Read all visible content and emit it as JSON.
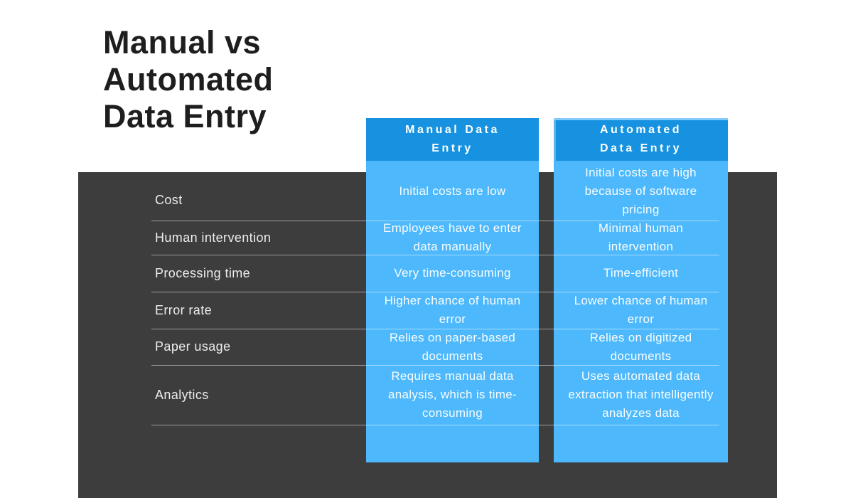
{
  "title": "Manual vs Automated Data Entry",
  "title_lines": [
    "Manual vs",
    "Automated",
    "Data Entry"
  ],
  "chart_data": {
    "type": "table",
    "title": "Manual vs Automated Data Entry",
    "column_headers": [
      "Manual Data Entry",
      "Automated Data Entry"
    ],
    "column_headers_wrapped": [
      "Manual Data\nEntry",
      "Automated\nData Entry"
    ],
    "row_labels": [
      "Cost",
      "Human intervention",
      "Processing time",
      "Error rate",
      "Paper usage",
      "Analytics"
    ],
    "rows": [
      {
        "label": "Cost",
        "manual": "Initial costs are low",
        "automated": "Initial costs are high\nbecause of software\npricing"
      },
      {
        "label": "Human intervention",
        "manual": "Employees have to enter\ndata manually",
        "automated": "Minimal human\nintervention"
      },
      {
        "label": "Processing time",
        "manual": "Very time-consuming",
        "automated": "Time-efficient"
      },
      {
        "label": "Error rate",
        "manual": "Higher chance of human\nerror",
        "automated": "Lower chance of human\nerror"
      },
      {
        "label": "Paper usage",
        "manual": "Relies on paper-based\ndocuments",
        "automated": "Relies on digitized\ndocuments"
      },
      {
        "label": "Analytics",
        "manual": "Requires manual data\nanalysis, which is time-\nconsuming",
        "automated": "Uses automated data\nextraction that intelligently\nanalyzes data"
      }
    ],
    "layout": {
      "grid": "off",
      "legend": "none"
    }
  },
  "colors": {
    "header_blue": "#1692e0",
    "body_blue": "#4db8fb",
    "panel_dark": "#3d3d3d",
    "title_text": "#1e1e1e",
    "label_text": "#ededed",
    "cell_text": "#ffffff",
    "divider_line": "#9e9e9e",
    "background": "#ffffff"
  }
}
